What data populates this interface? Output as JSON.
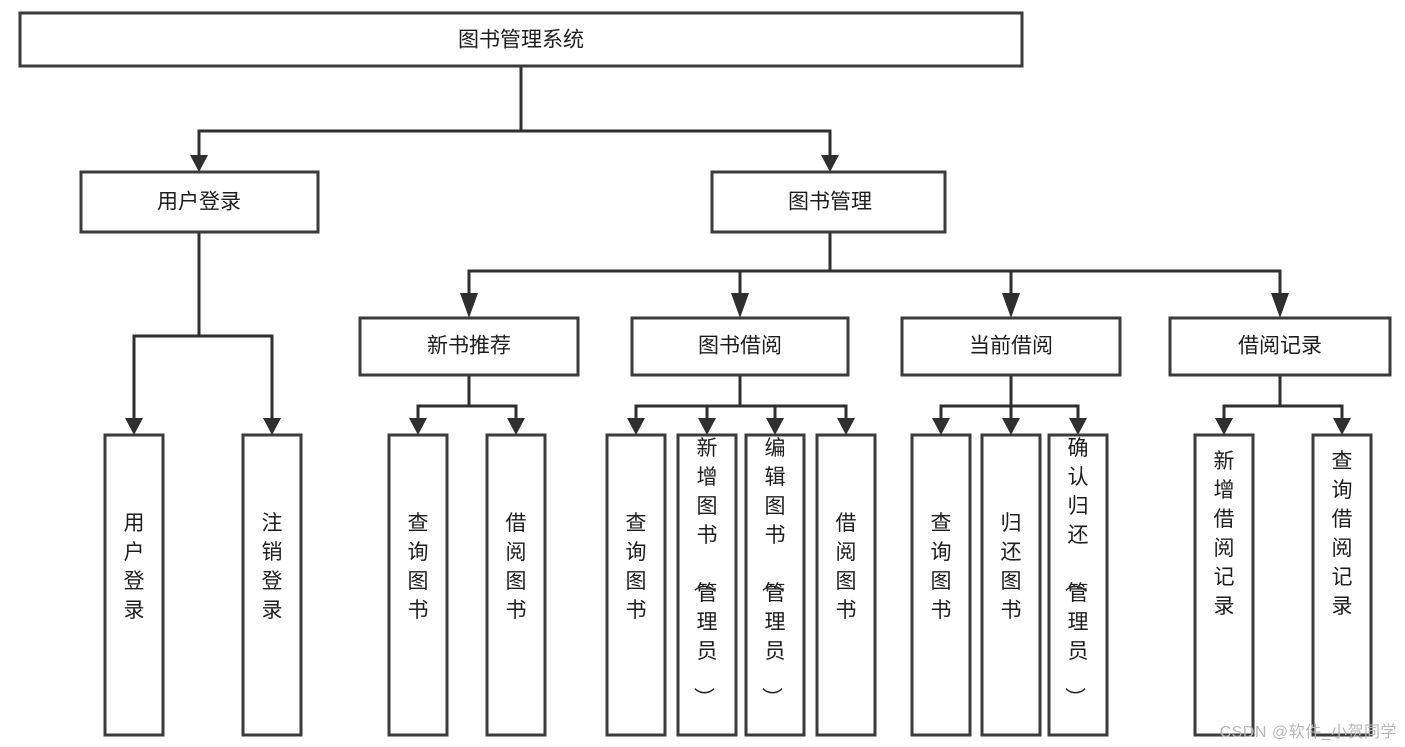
{
  "diagram": {
    "title": "图书管理系统",
    "type": "hierarchy-tree",
    "watermark": "CSDN @软件_小贺同学",
    "colors": {
      "box_stroke": "#3b3b3b",
      "box_fill": "#ffffff",
      "connector": "#2f2f2f",
      "text": "#1d1d1d",
      "watermark": "#b7b7b7",
      "background": "#ffffff"
    },
    "root": {
      "label": "图书管理系统"
    },
    "level1": [
      {
        "label": "用户登录"
      },
      {
        "label": "图书管理"
      }
    ],
    "level2": [
      {
        "label": "新书推荐"
      },
      {
        "label": "图书借阅"
      },
      {
        "label": "当前借阅"
      },
      {
        "label": "借阅记录"
      }
    ],
    "leaves": {
      "user_login": [
        {
          "label": "用户登录"
        },
        {
          "label": "注销登录"
        }
      ],
      "new_book_recommend": [
        {
          "label": "查询图书"
        },
        {
          "label": "借阅图书"
        }
      ],
      "book_borrow": [
        {
          "label": "查询图书"
        },
        {
          "label": "新增图书（管理员）"
        },
        {
          "label": "编辑图书（管理员）"
        },
        {
          "label": "借阅图书"
        }
      ],
      "current_borrow": [
        {
          "label": "查询图书"
        },
        {
          "label": "归还图书"
        },
        {
          "label": "确认归还（管理员）"
        }
      ],
      "borrow_record": [
        {
          "label": "新增借阅记录"
        },
        {
          "label": "查询借阅记录"
        }
      ]
    }
  }
}
